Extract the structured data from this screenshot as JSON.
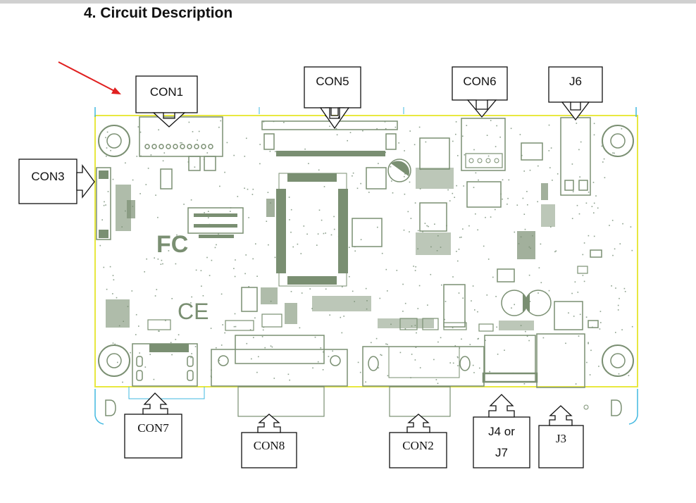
{
  "title": "4. Circuit Description",
  "labels": {
    "con1": "CON1",
    "con5": "CON5",
    "con6": "CON6",
    "j6": "J6",
    "con3": "CON3",
    "con7": "CON7",
    "con8": "CON8",
    "con2": "CON2",
    "j4_line1": "J4 or",
    "j4_line2": "J7",
    "j3": "J3"
  },
  "colors": {
    "pcb_outline": "#e8e840",
    "trace": "#8ca08c",
    "component": "#7a8f72",
    "arrow": "#e02020",
    "callout": "#111111",
    "cyan": "#40b8e0"
  }
}
